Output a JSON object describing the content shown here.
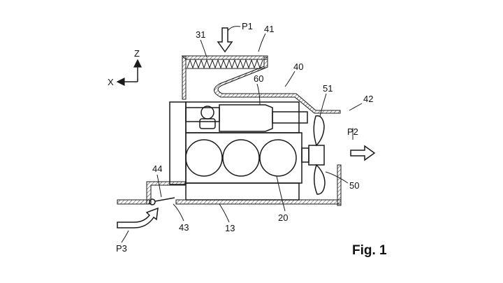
{
  "figure_label": "Fig. 1",
  "axes": {
    "z": "Z",
    "x": "X"
  },
  "flows": {
    "p1": "P1",
    "p2": "P2",
    "p3": "P3"
  },
  "reference_numerals": {
    "n13": "13",
    "n20": "20",
    "n31": "31",
    "n40": "40",
    "n41": "41",
    "n42": "42",
    "n43": "43",
    "n44": "44",
    "n50": "50",
    "n51": "51",
    "n60": "60"
  }
}
